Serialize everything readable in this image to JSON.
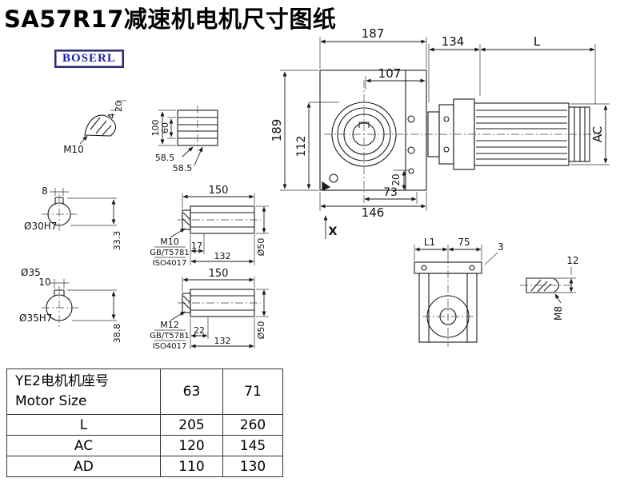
{
  "title": "SA57R17减速机电机尺寸图纸",
  "logo": "BOSERL",
  "front_view": {
    "dim_187": "187",
    "dim_107": "107",
    "dim_189": "189",
    "dim_112": "112",
    "dim_146": "146",
    "dim_73": "73",
    "dim_20": "20",
    "label_x": "X"
  },
  "motor_view": {
    "dim_134": "134",
    "dim_l": "L",
    "dim_ac": "AC"
  },
  "breather": {
    "label_m10": "M10",
    "dim_20": "20",
    "dim_4": "4"
  },
  "shaft_top_view": {
    "dim_100": "100",
    "dim_60": "60",
    "dim_585_a": "58.5",
    "dim_585_b": "58.5"
  },
  "shaft_section_30": {
    "dim_8": "8",
    "label": "Ø30H7",
    "dim_depth": "33.3"
  },
  "shaft_section_35": {
    "label_outer": "Ø35",
    "dim_10": "10",
    "label": "Ø35H7",
    "dim_depth": "38.8"
  },
  "shaft_view_1": {
    "dim_150": "150",
    "label_thread": "M10",
    "label_std": "GB/T5781",
    "label_iso": "ISO4017",
    "dim_17": "17",
    "dim_132": "132",
    "dim_d50": "Ø50"
  },
  "shaft_view_2": {
    "dim_150": "150",
    "label_thread": "M12",
    "label_std": "GB/T5781",
    "label_iso": "ISO4017",
    "dim_22": "22",
    "dim_132": "132",
    "dim_d50": "Ø50"
  },
  "side_view": {
    "dim_l1": "L1",
    "dim_75": "75",
    "dim_3": "3"
  },
  "plug_m8": {
    "dim_12": "12",
    "label_m8": "M8"
  },
  "table": {
    "header_cn": "YE2电机机座号",
    "header_en": "Motor Size",
    "sizes": [
      "63",
      "71"
    ],
    "rows": [
      {
        "label": "L",
        "values": [
          "205",
          "260"
        ]
      },
      {
        "label": "AC",
        "values": [
          "120",
          "145"
        ]
      },
      {
        "label": "AD",
        "values": [
          "110",
          "130"
        ]
      }
    ]
  }
}
